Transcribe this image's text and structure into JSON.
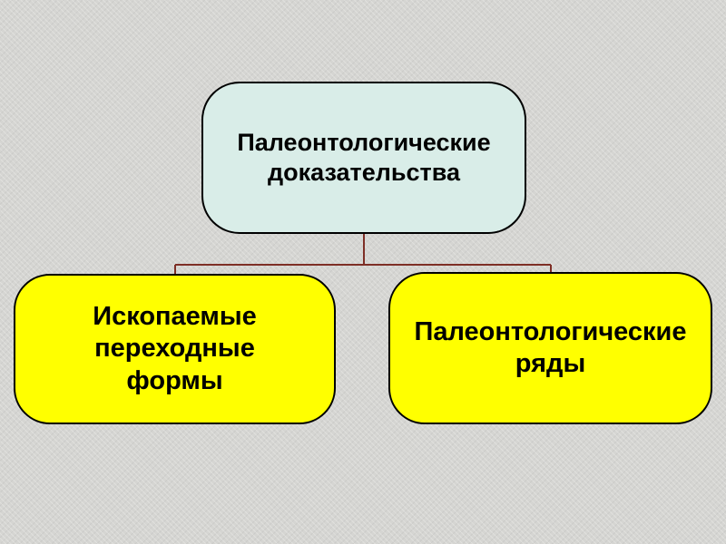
{
  "slide": {
    "background_color": "#d5d5d2",
    "connector_color": "#7e2f26"
  },
  "diagram": {
    "type": "tree",
    "root": {
      "label": "Палеонтологические\nдоказательства",
      "fill_color": "#d9ede8",
      "border_color": "#000000"
    },
    "children": [
      {
        "label": "Ископаемые\nпереходные\nформы",
        "fill_color": "#ffff00",
        "border_color": "#000000"
      },
      {
        "label": "Палеонтологические\nряды",
        "fill_color": "#ffff00",
        "border_color": "#000000"
      }
    ]
  }
}
